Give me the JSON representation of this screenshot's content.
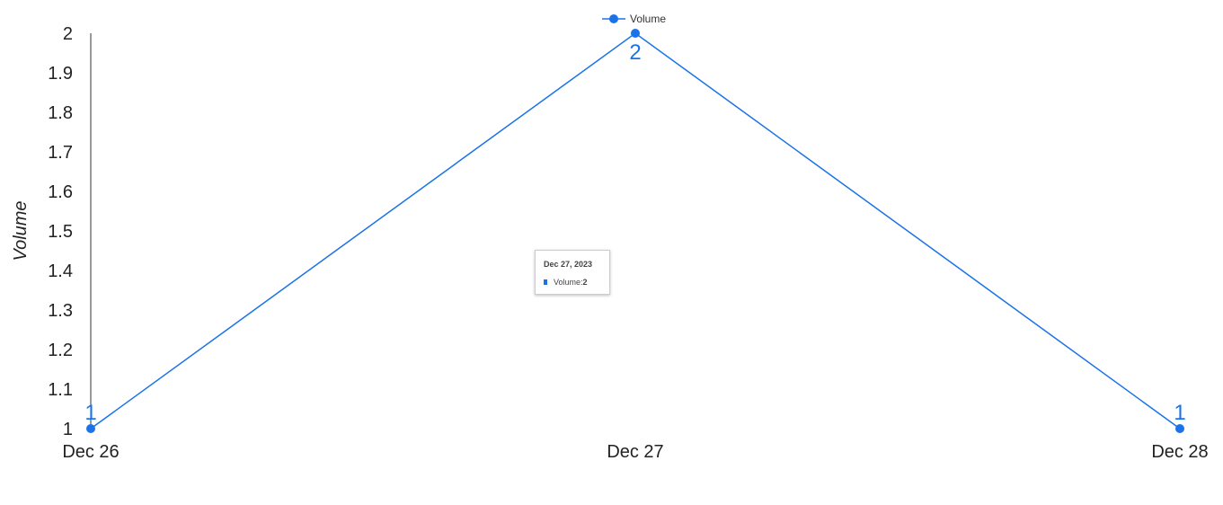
{
  "chart_data": {
    "type": "line",
    "x": [
      "Dec 26",
      "Dec 27",
      "Dec 28"
    ],
    "series": [
      {
        "name": "Volume",
        "values": [
          1,
          2,
          1
        ],
        "data_labels": [
          "1",
          "2",
          "1"
        ]
      }
    ],
    "ylabel": "Volume",
    "ylim": [
      1,
      2
    ],
    "yticks": [
      "1",
      "1.1",
      "1.2",
      "1.3",
      "1.4",
      "1.5",
      "1.6",
      "1.7",
      "1.8",
      "1.9",
      "2"
    ],
    "grid": false,
    "legend_position": "top-center"
  },
  "tooltip": {
    "title": "Dec 27, 2023",
    "series_label": "Volume: ",
    "value": "2"
  },
  "colors": {
    "series": "#1a73e8"
  }
}
